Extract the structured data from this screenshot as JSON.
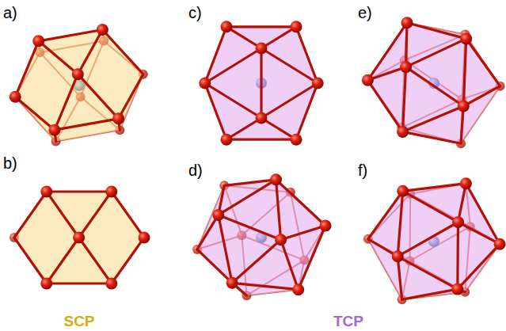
{
  "diagram": {
    "labels": [
      "a)",
      "b)",
      "c)",
      "d)",
      "e)",
      "f)",
      "SCP",
      "TCP"
    ]
  }
}
